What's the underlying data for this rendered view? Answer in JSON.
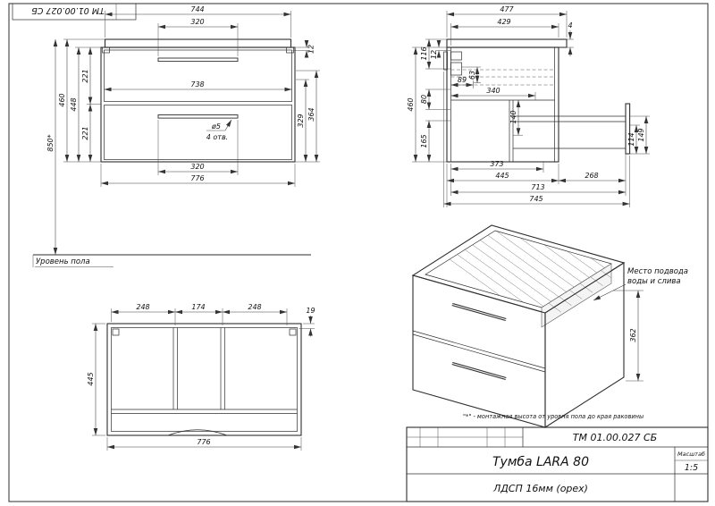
{
  "corner_stamp": {
    "text": "ТМ 01.00.027 СБ"
  },
  "front_view": {
    "dim_top": "744",
    "dim_handle_top": "320",
    "dim_gap": "12",
    "dim_inner": "738",
    "dim_drawer1": "221",
    "dim_drawer2": "221",
    "dim_body": "448",
    "dim_height": "460",
    "dim_mount": "850*",
    "dim_329": "329",
    "dim_364": "364",
    "hole_dia": "ø5",
    "hole_qty": "4 отв.",
    "dim_handle_bot": "320",
    "dim_width": "776",
    "floor_label": "Уровень пола"
  },
  "side_view": {
    "dim_477": "477",
    "dim_429": "429",
    "dim_4": "4",
    "dim_116": "116",
    "dim_12": "12",
    "dim_460": "460",
    "dim_80": "80",
    "dim_165": "165",
    "dim_89": "89",
    "dim_63": "63",
    "dim_340": "340",
    "dim_140": "140",
    "dim_114": "114",
    "dim_149": "149",
    "dim_373": "373",
    "dim_445": "445",
    "dim_268": "268",
    "dim_713": "713",
    "dim_745": "745"
  },
  "top_view": {
    "dim_248_left": "248",
    "dim_174": "174",
    "dim_248_right": "248",
    "dim_19": "19",
    "dim_445": "445",
    "dim_776": "776"
  },
  "iso_view": {
    "callout_line1": "Место подвода",
    "callout_line2": "воды и слива",
    "dim_362": "362",
    "footnote": "\"*\" - монтажная высота от уровня пола до края раковины"
  },
  "title_block": {
    "doc_number": "ТМ 01.00.027 СБ",
    "product": "Тумба LARA 80",
    "material": "ЛДСП 16мм (орех)",
    "scale_label": "Масштаб",
    "scale_value": "1:5"
  }
}
